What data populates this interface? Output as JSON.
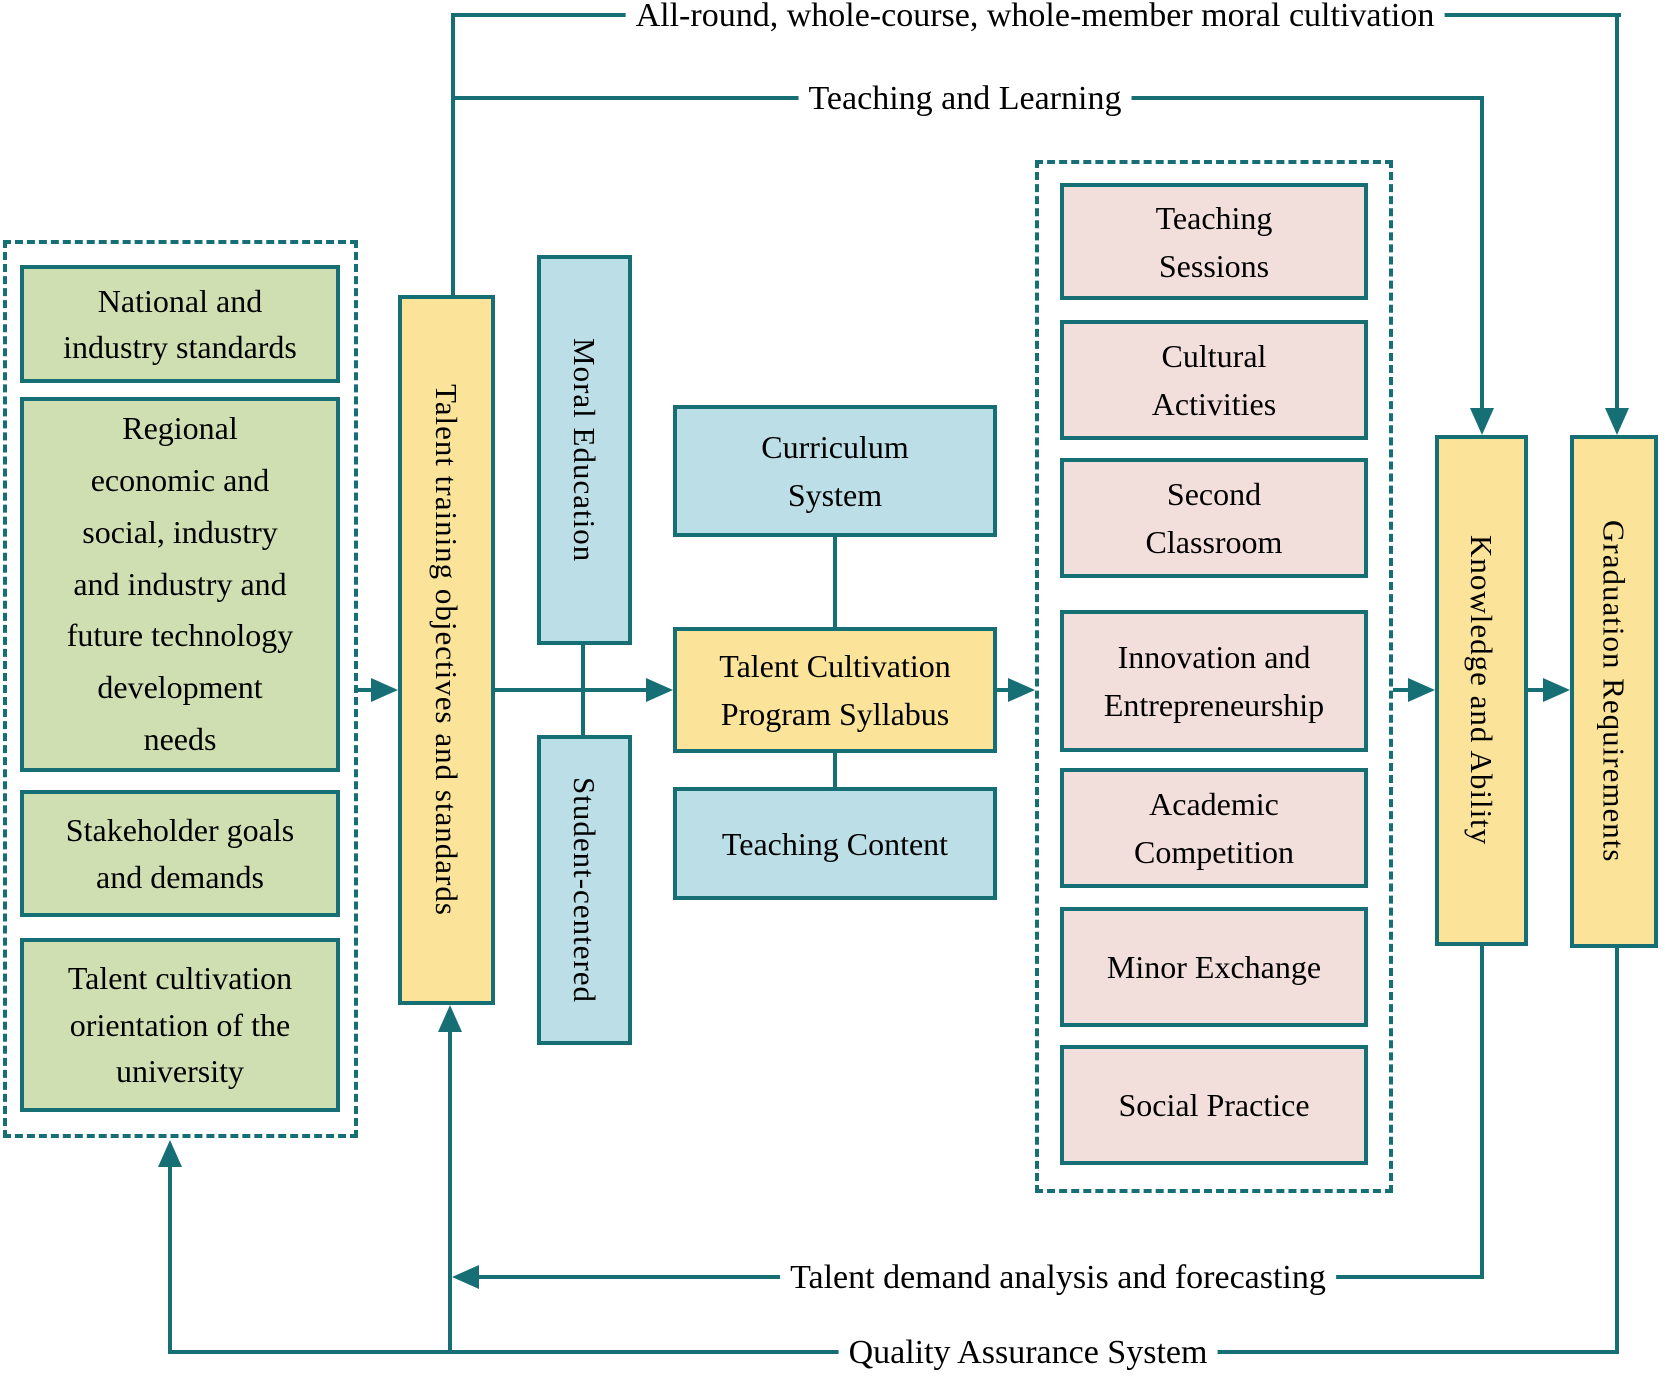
{
  "figure": {
    "background": "#ffffff",
    "colors": {
      "line_teal": "#156f75",
      "yellow_fill": "#fbe499",
      "blue_fill": "#bcdee7",
      "green_fill": "#d0dfb2",
      "pink_fill": "#f2dedb",
      "text": "#000000"
    }
  },
  "inputs_panel": {
    "boxes": [
      {
        "label": "National and\nindustry standards"
      },
      {
        "label": "Regional\neconomic and\nsocial, industry\nand industry and\nfuture technology\ndevelopment\nneeds"
      },
      {
        "label": "Stakeholder goals\nand demands"
      },
      {
        "label": "Talent cultivation\norientation of the\nuniversity"
      }
    ]
  },
  "objectives_bar": {
    "label": "Talent training objectives and standards"
  },
  "principle_bars": {
    "moral": "Moral Education",
    "student": "Student-centered"
  },
  "core": {
    "curriculum": "Curriculum\nSystem",
    "syllabus": "Talent Cultivation\nProgram Syllabus",
    "teaching_content": "Teaching Content"
  },
  "activities_panel": {
    "boxes": [
      {
        "label": "Teaching\nSessions"
      },
      {
        "label": "Cultural\nActivities"
      },
      {
        "label": "Second\nClassroom"
      },
      {
        "label": "Innovation and\nEntrepreneurship"
      },
      {
        "label": "Academic\nCompetition"
      },
      {
        "label": "Minor Exchange"
      },
      {
        "label": "Social Practice"
      }
    ]
  },
  "outcome_bars": {
    "knowledge": "Knowledge and Ability",
    "graduation": "Graduation Requirements"
  },
  "annotations": {
    "top_outer": "All-round, whole-course, whole-member moral cultivation",
    "top_inner": "Teaching and Learning",
    "bottom_inner": "Talent demand analysis and forecasting",
    "bottom_outer": "Quality Assurance System"
  }
}
